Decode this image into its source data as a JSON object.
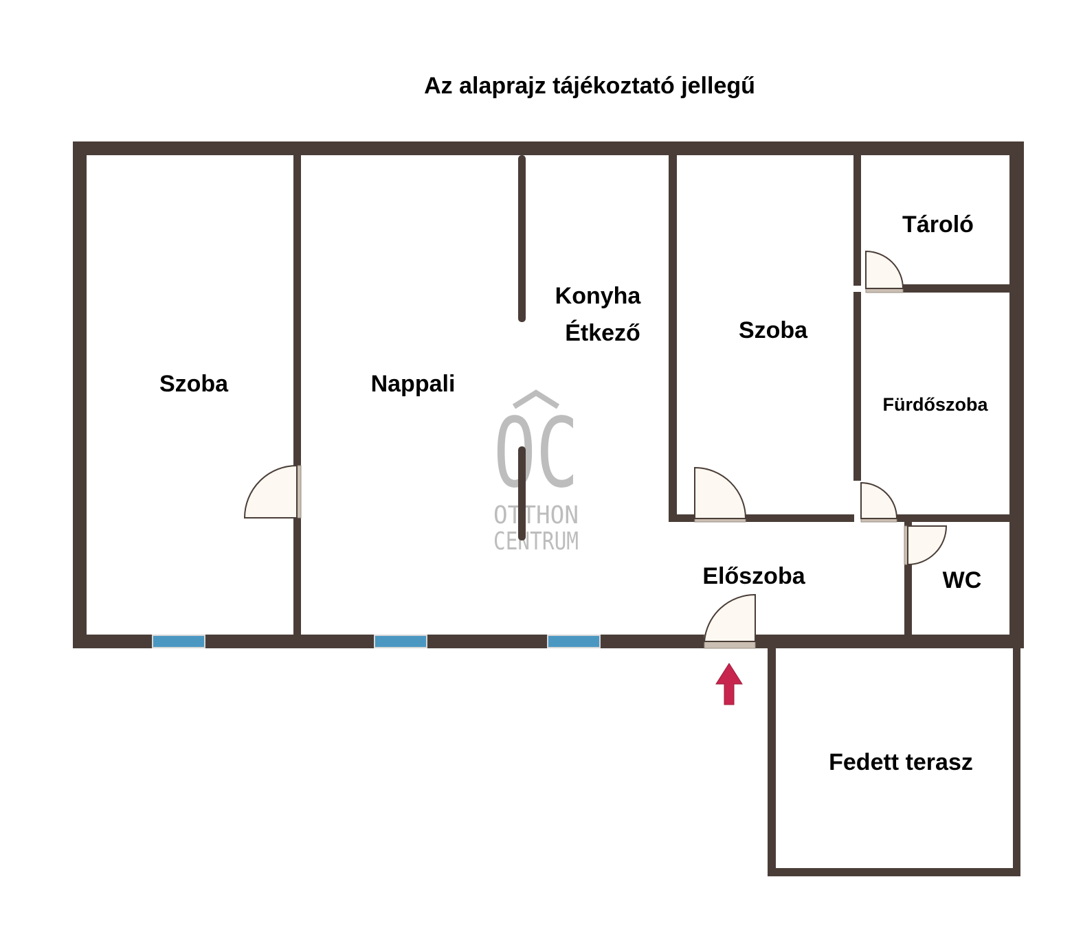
{
  "title": "Az alaprajz tájékoztató jellegű",
  "rooms": {
    "szoba_left": "Szoba",
    "nappali": "Nappali",
    "konyha_line1": "Konyha",
    "konyha_line2": "Étkező",
    "szoba_right": "Szoba",
    "tarolo": "Tároló",
    "furdoszoba": "Fürdőszoba",
    "eloszoba": "Előszoba",
    "wc": "WC",
    "terasz": "Fedett terasz"
  },
  "watermark": {
    "logo": "OC",
    "line1": "OTTHON",
    "line2": "CENTRUM"
  },
  "colors": {
    "wall": "#4a3d37",
    "window": "#4a97c2",
    "door_fill": "#fdf8f1",
    "door_sill": "#cbbfb3",
    "entrance_arrow": "#c7254e",
    "watermark": "#bdbdbd"
  }
}
